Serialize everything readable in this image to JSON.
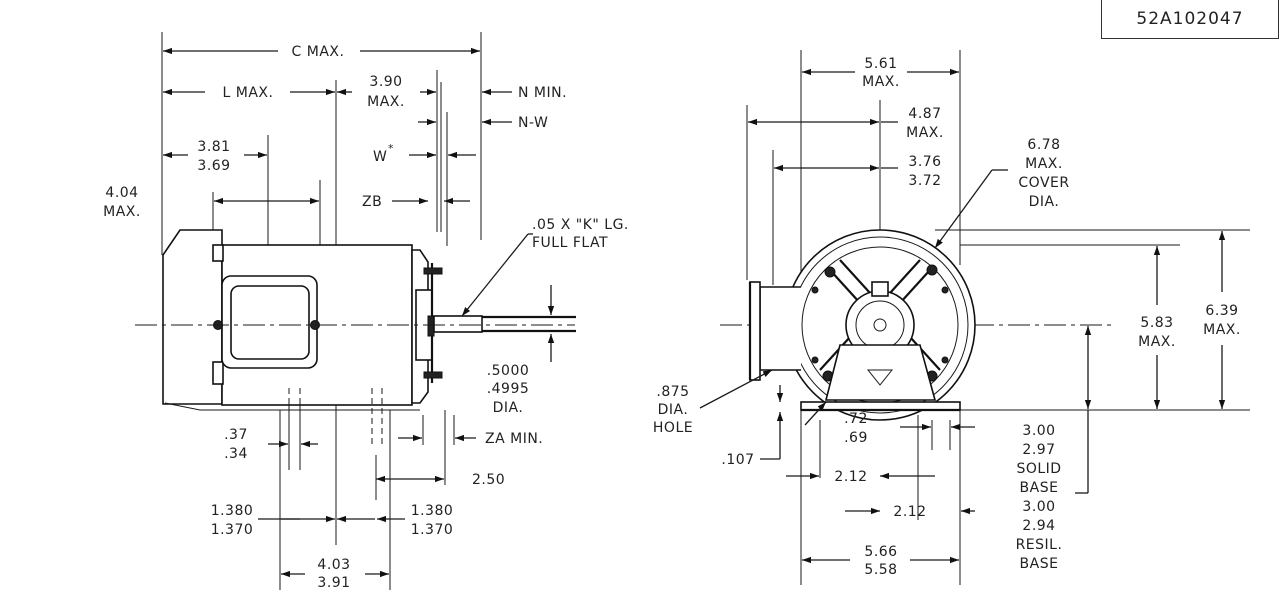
{
  "part_number": "52A102047",
  "side_view": {
    "c_max": "C MAX.",
    "l_max": "L MAX.",
    "d390": "3.90",
    "d390_max": "MAX.",
    "n_min": "N MIN.",
    "n_w": "N-W",
    "w_star": "W",
    "w_asterisk": "*",
    "zb": "ZB",
    "d381": "3.81",
    "d369": "3.69",
    "d404": "4.04",
    "d404_max": "MAX.",
    "flat_1": ".05 X \"K\" LG.",
    "flat_2": "FULL FLAT",
    "shaft_1": ".5000",
    "shaft_2": ".4995",
    "shaft_3": "DIA.",
    "d037": ".37",
    "d034": ".34",
    "za_min": "ZA MIN.",
    "d250": "2.50",
    "d1380a": "1.380",
    "d1370a": "1.370",
    "d1380b": "1.380",
    "d1370b": "1.370",
    "d403": "4.03",
    "d391": "3.91"
  },
  "end_view": {
    "d561": "5.61",
    "d561_max": "MAX.",
    "d487": "4.87",
    "d487_max": "MAX.",
    "d376": "3.76",
    "d372": "3.72",
    "cov_1": "6.78",
    "cov_2": "MAX.",
    "cov_3": "COVER",
    "cov_4": "DIA.",
    "d583": "5.83",
    "d583_max": "MAX.",
    "d639": "6.39",
    "d639_max": "MAX.",
    "hole_1": ".875",
    "hole_2": "DIA.",
    "hole_3": "HOLE",
    "d107": ".107",
    "d072": ".72",
    "d069": ".69",
    "d212a": "2.12",
    "d212b": "2.12",
    "d566": "5.66",
    "d558": "5.58",
    "base_1": "3.00",
    "base_2": "2.97",
    "base_3": "SOLID",
    "base_4": "BASE",
    "base_5": "3.00",
    "base_6": "2.94",
    "base_7": "RESIL.",
    "base_8": "BASE"
  }
}
